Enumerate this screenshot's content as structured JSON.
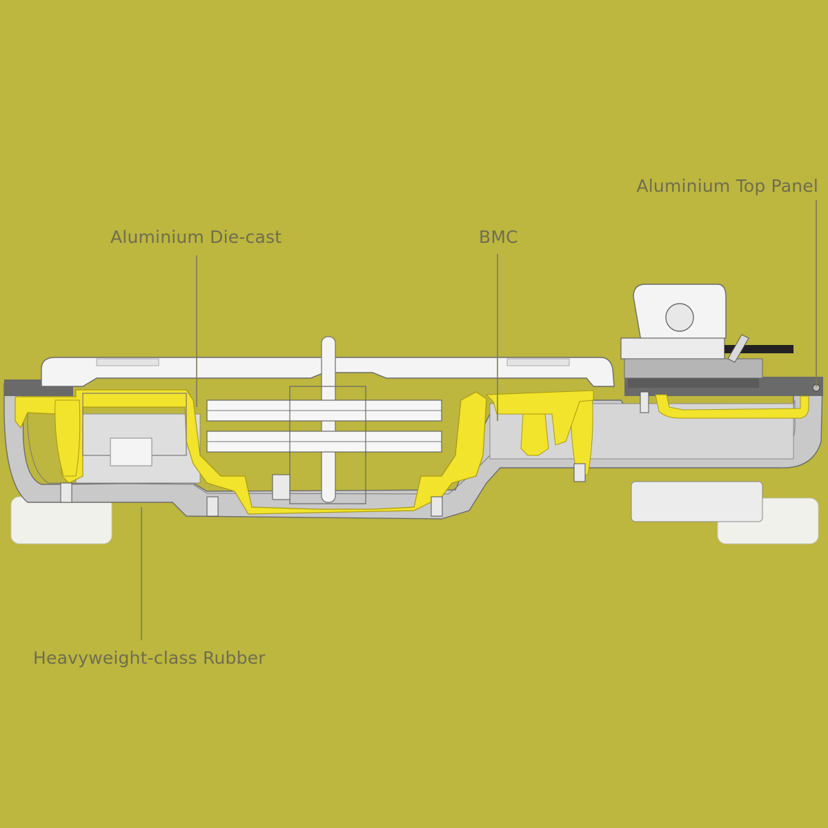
{
  "labels": {
    "aluminium_top_panel": "Aluminium Top Panel",
    "aluminium_die_cast": "Aluminium Die-cast",
    "bmc": "BMC",
    "heavyweight_rubber": "Heavyweight-class Rubber"
  },
  "colors": {
    "background": "#bdb63f",
    "die_cast_yellow": "#f2e32c",
    "bmc_grey": "#cfcfcf",
    "top_panel_dark": "#6a6a6a",
    "platter_white": "#f4f4f4",
    "rubber_foot": "#f1f1ec",
    "label_text": "#6f6e4e"
  }
}
